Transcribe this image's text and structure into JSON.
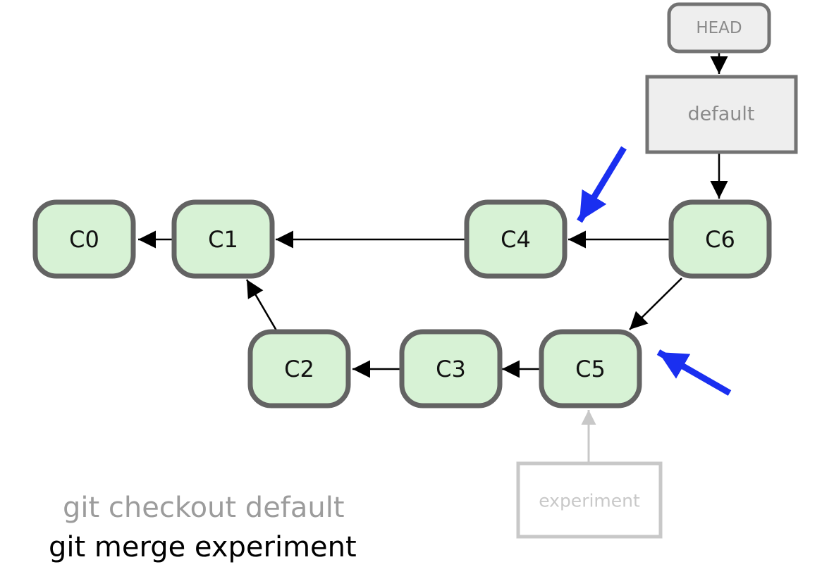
{
  "commits": [
    {
      "id": "c0",
      "label": "C0"
    },
    {
      "id": "c1",
      "label": "C1"
    },
    {
      "id": "c2",
      "label": "C2"
    },
    {
      "id": "c3",
      "label": "C3"
    },
    {
      "id": "c4",
      "label": "C4"
    },
    {
      "id": "c5",
      "label": "C5"
    },
    {
      "id": "c6",
      "label": "C6"
    }
  ],
  "refs": {
    "head": "HEAD",
    "default_branch": "default",
    "experiment_branch": "experiment"
  },
  "commands": {
    "checkout": "git checkout default",
    "merge": "git merge experiment"
  },
  "colors": {
    "commit_fill": "#d7f2d5",
    "commit_border": "#636363",
    "highlight_arrow": "#1a2ff0",
    "inactive_ref": "#c8c8c8"
  }
}
